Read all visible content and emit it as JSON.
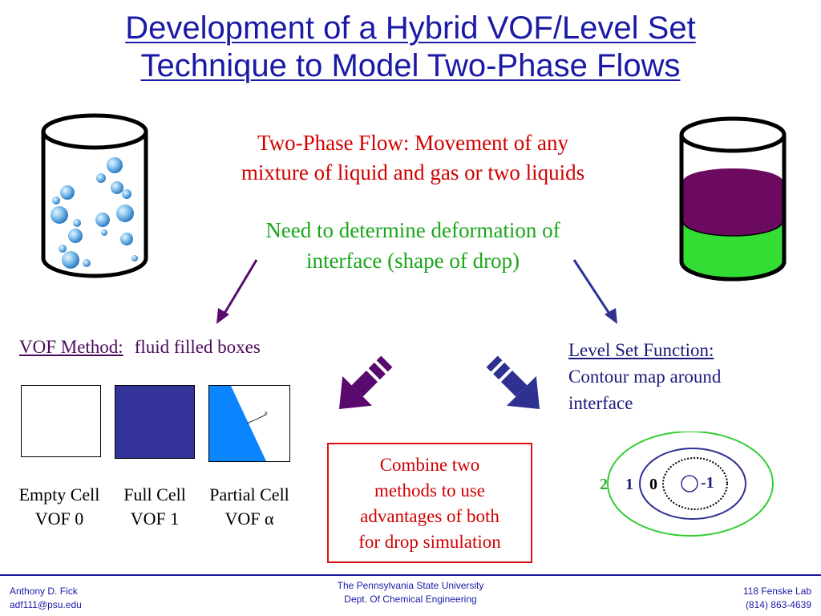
{
  "title": {
    "line1": "Development of a Hybrid VOF/Level Set",
    "line2": "Technique to Model Two-Phase Flows"
  },
  "definition": {
    "line1": "Two-Phase Flow: Movement of any",
    "line2": "mixture of liquid and gas or two liquids"
  },
  "need": {
    "line1": "Need to determine deformation of",
    "line2": "interface (shape of drop)"
  },
  "vof": {
    "method_label": "VOF Method:",
    "method_desc": "fluid filled boxes",
    "normal_label": "n",
    "cells": [
      {
        "name": "Empty Cell",
        "value": "VOF 0"
      },
      {
        "name": "Full Cell",
        "value": "VOF 1"
      },
      {
        "name": "Partial Cell",
        "value": "VOF α"
      }
    ]
  },
  "level_set": {
    "label": "Level Set Function:",
    "desc_line1": "Contour map around",
    "desc_line2": "interface",
    "contours": [
      "2",
      "1",
      "0",
      "-1"
    ]
  },
  "combine": {
    "line1": "Combine two",
    "line2": "methods to use",
    "line3": "advantages of both",
    "line4": "for drop simulation"
  },
  "footer": {
    "left_name": "Anthony D. Fick",
    "left_email": "adf111@psu.edu",
    "center_line1": "The Pennsylvania State University",
    "center_line2": "Dept. Of Chemical Engineering",
    "right_line1": "118 Fenske Lab",
    "right_line2": "(814) 863-4639"
  },
  "colors": {
    "title": "#1a1aa6",
    "red_text": "#d10000",
    "green_text": "#1aa61a",
    "purple": "#5a0a6e",
    "navy": "#2e3192",
    "fluid_blue": "#333399",
    "partial_blue": "#0a84ff",
    "liquid_purple": "#6b0a5f",
    "liquid_green": "#33dd33"
  }
}
